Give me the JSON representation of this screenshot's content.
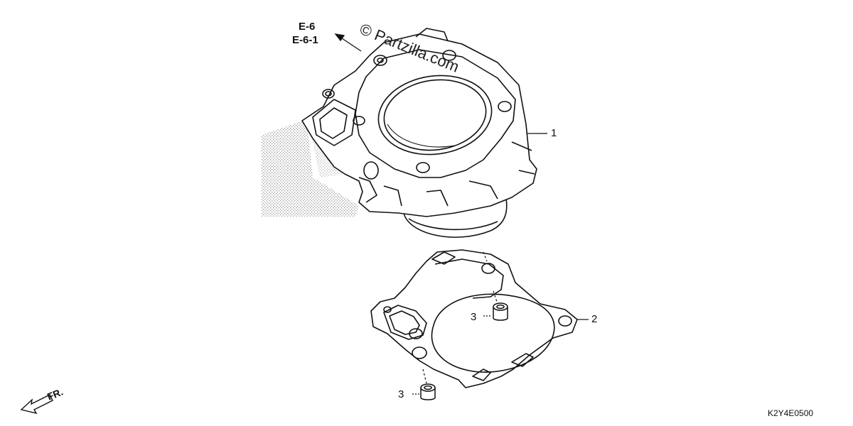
{
  "references": {
    "line1": "E-6",
    "line2": "E-6-1"
  },
  "callouts": {
    "cylinder": "1",
    "gasket": "2",
    "dowel_upper": "3",
    "dowel_lower": "3"
  },
  "orientation_label": "FR.",
  "diagram_code": "K2Y4E0500",
  "watermark": "© Partzilla.com",
  "colors": {
    "line": "#111111",
    "background": "#ffffff",
    "stipple": "#9a9a9a"
  }
}
